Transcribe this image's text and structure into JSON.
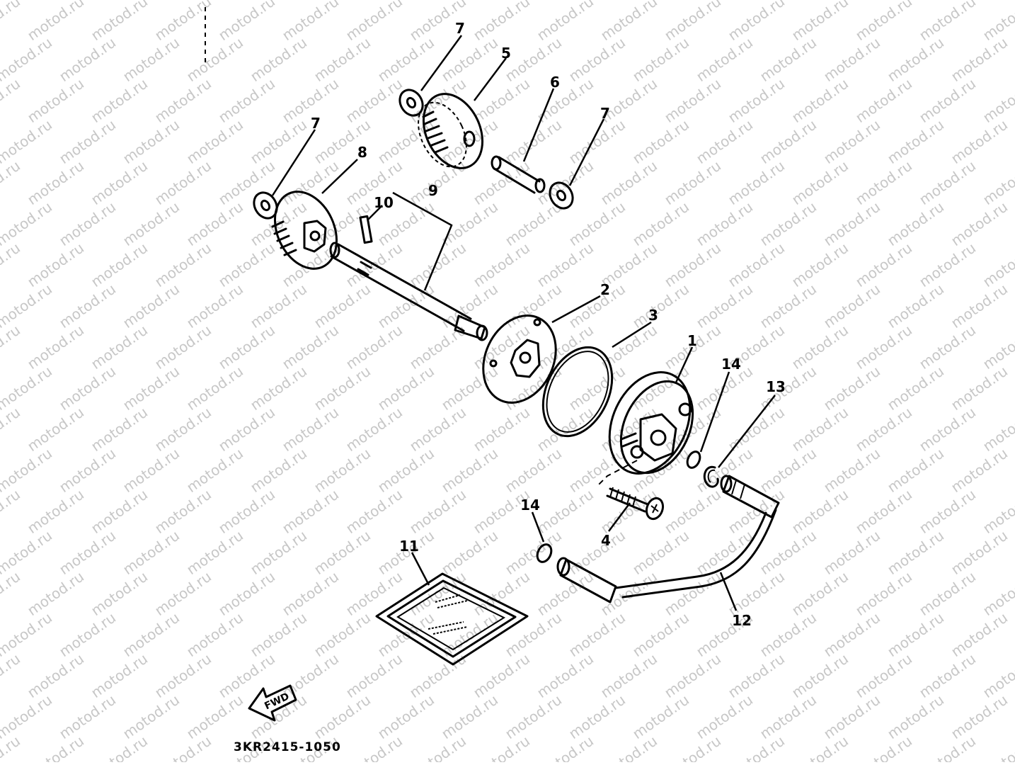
{
  "watermark": {
    "text": "motod.ru"
  },
  "callouts": [
    "1",
    "2",
    "3",
    "4",
    "5",
    "6",
    "7",
    "8",
    "9",
    "10",
    "11",
    "12",
    "13",
    "14"
  ],
  "diagram_code": "3KR2415-1050",
  "direction_arrow": {
    "label": "FWD"
  }
}
